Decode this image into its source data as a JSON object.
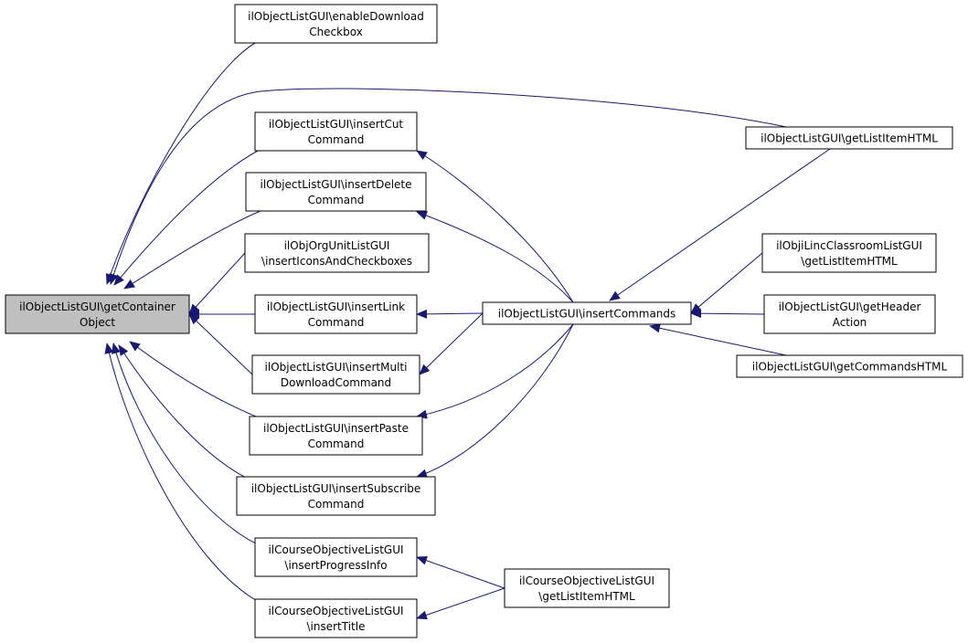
{
  "graph": {
    "nodes": [
      {
        "id": "getContainerObject",
        "lines": [
          "ilObjectListGUI\\getContainer",
          "Object"
        ],
        "focus": true
      },
      {
        "id": "enableDownloadCheckbox",
        "lines": [
          "ilObjectListGUI\\enableDownload",
          "Checkbox"
        ]
      },
      {
        "id": "insertCutCommand",
        "lines": [
          "ilObjectListGUI\\insertCut",
          "Command"
        ]
      },
      {
        "id": "insertDeleteCommand",
        "lines": [
          "ilObjectListGUI\\insertDelete",
          "Command"
        ]
      },
      {
        "id": "insertIconsAndCheckboxes",
        "lines": [
          "ilObjOrgUnitListGUI",
          "\\insertIconsAndCheckboxes"
        ]
      },
      {
        "id": "insertLinkCommand",
        "lines": [
          "ilObjectListGUI\\insertLink",
          "Command"
        ]
      },
      {
        "id": "insertMultiDownloadCommand",
        "lines": [
          "ilObjectListGUI\\insertMulti",
          "DownloadCommand"
        ]
      },
      {
        "id": "insertPasteCommand",
        "lines": [
          "ilObjectListGUI\\insertPaste",
          "Command"
        ]
      },
      {
        "id": "insertSubscribeCommand",
        "lines": [
          "ilObjectListGUI\\insertSubscribe",
          "Command"
        ]
      },
      {
        "id": "insertProgressInfo",
        "lines": [
          "ilCourseObjectiveListGUI",
          "\\insertProgressInfo"
        ]
      },
      {
        "id": "insertTitle",
        "lines": [
          "ilCourseObjectiveListGUI",
          "\\insertTitle"
        ]
      },
      {
        "id": "insertCommands",
        "lines": [
          "ilObjectListGUI\\insertCommands"
        ]
      },
      {
        "id": "courseGetListItemHTML",
        "lines": [
          "ilCourseObjectiveListGUI",
          "\\getListItemHTML"
        ]
      },
      {
        "id": "getListItemHTML",
        "lines": [
          "ilObjectListGUI\\getListItemHTML"
        ]
      },
      {
        "id": "lincGetListItemHTML",
        "lines": [
          "ilObjiLincClassroomListGUI",
          "\\getListItemHTML"
        ]
      },
      {
        "id": "getHeaderAction",
        "lines": [
          "ilObjectListGUI\\getHeader",
          "Action"
        ]
      },
      {
        "id": "getCommandsHTML",
        "lines": [
          "ilObjectListGUI\\getCommandsHTML"
        ]
      }
    ],
    "edges": [
      {
        "from": "enableDownloadCheckbox",
        "to": "getContainerObject"
      },
      {
        "from": "getListItemHTML",
        "to": "getContainerObject"
      },
      {
        "from": "insertCutCommand",
        "to": "getContainerObject"
      },
      {
        "from": "insertDeleteCommand",
        "to": "getContainerObject"
      },
      {
        "from": "insertIconsAndCheckboxes",
        "to": "getContainerObject"
      },
      {
        "from": "insertLinkCommand",
        "to": "getContainerObject"
      },
      {
        "from": "insertMultiDownloadCommand",
        "to": "getContainerObject"
      },
      {
        "from": "insertPasteCommand",
        "to": "getContainerObject"
      },
      {
        "from": "insertSubscribeCommand",
        "to": "getContainerObject"
      },
      {
        "from": "insertProgressInfo",
        "to": "getContainerObject"
      },
      {
        "from": "insertTitle",
        "to": "getContainerObject"
      },
      {
        "from": "insertCommands",
        "to": "insertCutCommand"
      },
      {
        "from": "insertCommands",
        "to": "insertDeleteCommand"
      },
      {
        "from": "insertCommands",
        "to": "insertLinkCommand"
      },
      {
        "from": "insertCommands",
        "to": "insertMultiDownloadCommand"
      },
      {
        "from": "insertCommands",
        "to": "insertPasteCommand"
      },
      {
        "from": "insertCommands",
        "to": "insertSubscribeCommand"
      },
      {
        "from": "getListItemHTML",
        "to": "insertCommands"
      },
      {
        "from": "lincGetListItemHTML",
        "to": "insertCommands"
      },
      {
        "from": "getHeaderAction",
        "to": "insertCommands"
      },
      {
        "from": "getCommandsHTML",
        "to": "insertCommands"
      },
      {
        "from": "courseGetListItemHTML",
        "to": "insertProgressInfo"
      },
      {
        "from": "courseGetListItemHTML",
        "to": "insertTitle"
      }
    ]
  }
}
